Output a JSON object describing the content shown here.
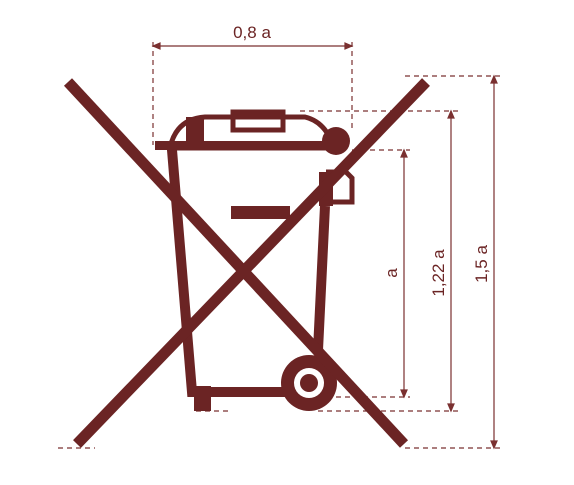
{
  "colors": {
    "symbol": "#6b2424",
    "dimension": "#7a3030",
    "background": "#ffffff"
  },
  "dimensions": {
    "width_label": "0,8 a",
    "height_a_label": "a",
    "height_122_label": "1,22 a",
    "height_15_label": "1,5 a"
  },
  "symbol": {
    "icon": "crossed-out-wheelie-bin-icon"
  }
}
